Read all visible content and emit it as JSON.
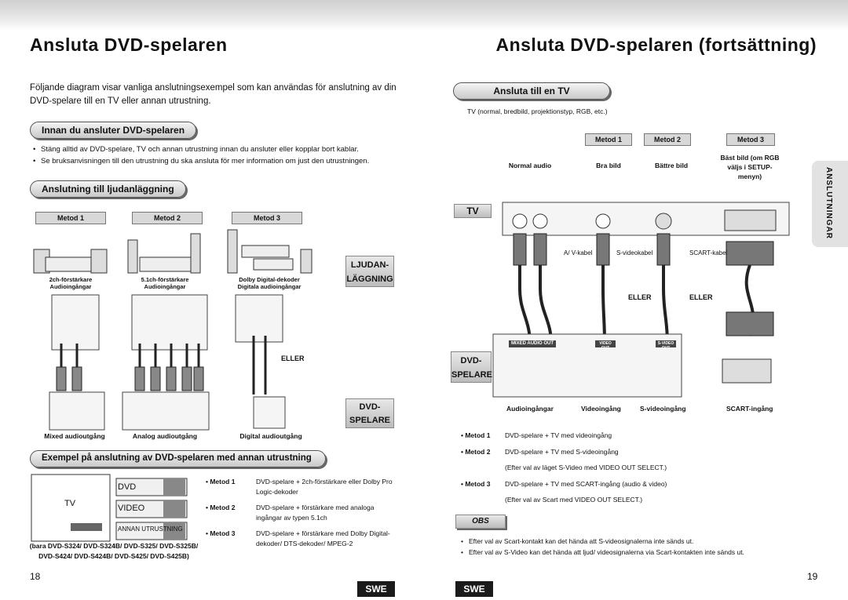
{
  "left": {
    "title": "Ansluta DVD-spelaren",
    "intro": "Följande diagram visar vanliga anslutningsexempel som kan användas för anslutning av din DVD-spelare till en TV eller annan utrustning.",
    "section1": "Innan du ansluter DVD-spelaren",
    "bullets": [
      "Stäng alltid av DVD-spelare, TV och annan utrustning innan du ansluter eller kopplar bort kablar.",
      "Se bruksanvisningen till den utrustning du ska ansluta för mer information om just den utrustningen."
    ],
    "section2": "Anslutning till ljudanläggning",
    "methods": [
      "Metod 1",
      "Metod 2",
      "Metod 3"
    ],
    "device_labels": [
      {
        "name": "2ch-förstärkare",
        "sub": "Audioingångar"
      },
      {
        "name": "5.1ch-förstärkare",
        "sub": "Audioingångar"
      },
      {
        "name": "Dolby Digital-dekoder",
        "sub": "Digitala audioingångar"
      }
    ],
    "ljudan_label": "LJUDAN- LÄGGNING",
    "eller": "ELLER",
    "dvd_label": "DVD- SPELARE",
    "outputs": [
      "Mixed audioutgång",
      "Analog audioutgång",
      "Digital audioutgång"
    ],
    "section3": "Exempel på anslutning av DVD-spelaren med annan utrustning",
    "diagram": {
      "dvd": "DVD",
      "tv": "TV",
      "video": "VIDEO",
      "annan": "ANNAN UTRUSTNING"
    },
    "method_notes": [
      {
        "k": "Metod 1",
        "v": "DVD-spelare + 2ch-förstärkare eller Dolby Pro Logic-dekoder"
      },
      {
        "k": "Metod 2",
        "v": "DVD-spelare + förstärkare med analoga ingångar av typen 5.1ch"
      },
      {
        "k": "Metod 3",
        "v": "DVD-spelare + förstärkare med Dolby Digital-dekoder/ DTS-dekoder/ MPEG-2"
      }
    ],
    "models": "(bara DVD-S324/ DVD-S324B/ DVD-S325/ DVD-S325B/ DVD-S424/ DVD-S424B/ DVD-S425/ DVD-S425B)",
    "page": "18",
    "lang": "SWE"
  },
  "right": {
    "title": "Ansluta DVD-spelaren (fortsättning)",
    "section": "Ansluta till en TV",
    "tvtypes": "TV (normal, bredbild, projektionstyp, RGB, etc.)",
    "methods": [
      "Metod 1",
      "Metod 2",
      "Metod 3"
    ],
    "quality": [
      "Normal audio",
      "Bra bild",
      "Bättre bild",
      "Bäst bild (om RGB väljs i SETUP-menyn)"
    ],
    "tv": "TV",
    "cables": [
      "A/ V-kabel",
      "S-videokabel",
      "SCART-kabel"
    ],
    "eller": "ELLER",
    "dvd_label": "DVD- SPELARE",
    "jack_labels": [
      "MIXED AUDIO OUT",
      "VIDEO OUT",
      "S-VIDEO OUT"
    ],
    "inputs": [
      "Audioingångar",
      "Videoingång",
      "S-videoingång",
      "SCART-ingång"
    ],
    "notes": [
      {
        "k": "Metod 1",
        "v": "DVD-spelare + TV med videoingång"
      },
      {
        "k": "Metod 2",
        "v": "DVD-spelare + TV med S-videoingång"
      },
      {
        "k": "",
        "v": "(Efter val av läget S-Video med VIDEO OUT SELECT.)"
      },
      {
        "k": "Metod 3",
        "v": "DVD-spelare + TV med SCART-ingång (audio & video)"
      },
      {
        "k": "",
        "v": "(Efter val av Scart med VIDEO OUT SELECT.)"
      }
    ],
    "obs": "OBS",
    "obs_bullets": [
      "Efter val av Scart-kontakt kan det hända att S-videosignalerna inte sänds ut.",
      "Efter val av S-Video kan det hända att ljud/ videosignalerna via Scart-kontakten inte sänds ut."
    ],
    "side_tab": "ANSLUTNINGAR",
    "page": "19",
    "lang": "SWE"
  }
}
